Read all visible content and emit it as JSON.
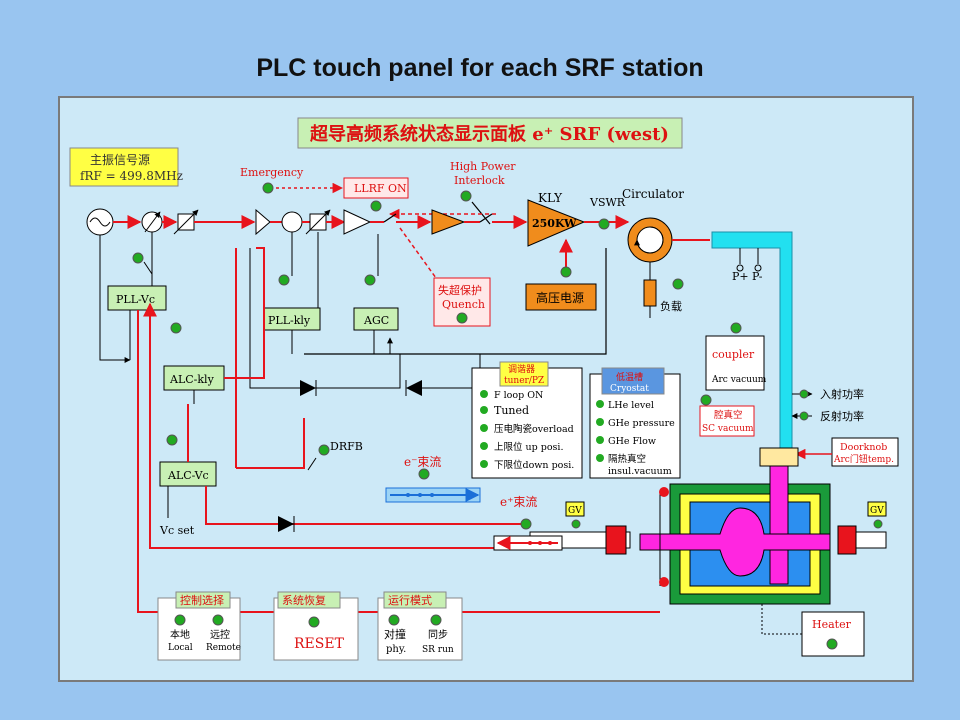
{
  "title": "PLC touch panel for each SRF station",
  "panel": {
    "header": "超导高频系统状态显示面板  e⁺ SRF (west)",
    "master_osc": {
      "line1": "主振信号源",
      "line2": "fRF = 499.8MHz"
    },
    "emergency": "Emergency",
    "llrf_on": "LLRF ON",
    "high_power_interlock": {
      "line1": "High Power",
      "line2": "Interlock"
    },
    "kly": "KLY",
    "vswr": "VSWR",
    "circulator": "Circulator",
    "kly_box": "250KW",
    "hv_supply": "高压电源",
    "load": "负载",
    "quench": {
      "line1": "失超保护",
      "line2": "Quench"
    },
    "pll_vc": "PLL-Vc",
    "pll_kly": "PLL-kly",
    "agc": "AGC",
    "alc_kly": "ALC-kly",
    "alc_vc": "ALC-Vc",
    "vc_set": "Vc set",
    "drfb": "DRFB",
    "p_plus": "P+",
    "p_minus": "P-",
    "coupler": {
      "title": "coupler",
      "sub": "Arc vacuum"
    },
    "incident_power": "入射功率",
    "reflected_power": "反射功率",
    "doorknob": {
      "line1": "Doorknob",
      "line2": "Arc门钮temp."
    },
    "tuner": {
      "title1": "调谐器",
      "title2": "tuner/PZ",
      "items": [
        "F loop ON",
        "Tuned",
        "压电陶瓷overload",
        "上限位 up posi.",
        "下限位down posi."
      ]
    },
    "cryostat": {
      "title1": "低温槽",
      "title2": "Cryostat",
      "items": [
        "LHe level",
        "GHe pressure",
        "GHe Flow",
        "隔热真空",
        "insul.vacuum"
      ]
    },
    "sc_vacuum": {
      "line1": "腔真空",
      "line2": "SC vacuum"
    },
    "e_minus_beam": "e⁻束流",
    "e_plus_beam": "e⁺束流",
    "gv": "GV",
    "heater": "Heater",
    "control_select": {
      "title": "控制选择",
      "opt1_cn": "本地",
      "opt1_en": "Local",
      "opt2_cn": "远控",
      "opt2_en": "Remote"
    },
    "system_recover": {
      "title": "系统恢复",
      "button": "RESET"
    },
    "run_mode": {
      "title": "运行模式",
      "opt1_cn": "对撞",
      "opt1_en": "phy.",
      "opt2_cn": "同步",
      "opt2_en": "SR run"
    }
  },
  "colors": {
    "background": "#99c5f0",
    "panel": "#cde9f7",
    "led": "#22aa22",
    "line_red": "#e8141d",
    "amp": "#f08c1c",
    "coupler_pipe": "#22e0f0",
    "cavity": "#ff26e0",
    "cryostat_outer": "#1a9a3a",
    "cryostat_inner": "#2c8ff0"
  }
}
